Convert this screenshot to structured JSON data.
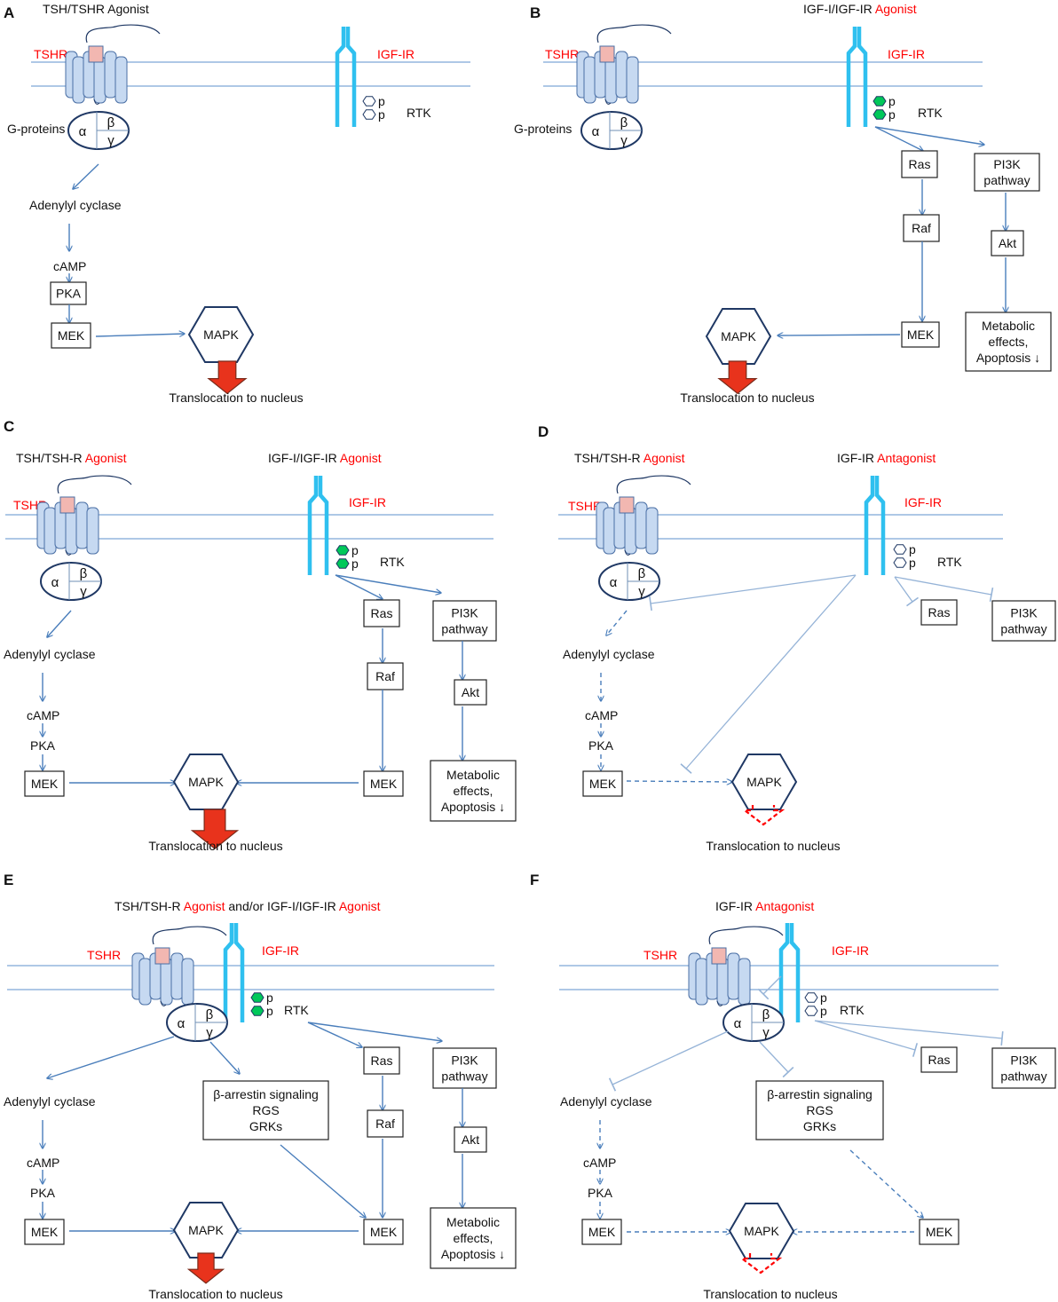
{
  "colors": {
    "membrane": "#7ea6d6",
    "arrow": "#4a7ebb",
    "inhibit": "#95b3d7",
    "igf": "#2fc0ef",
    "red": "#ff0000",
    "redArrow": "#e8331c",
    "phosGreen": "#00c85a",
    "node": "#1f3864",
    "tshrBlue": "#c6d9f1",
    "tshrPink": "#f2b7b1"
  },
  "panels": [
    {
      "letter": "A",
      "title": [
        {
          "t": "TSH/TSHR Agonist",
          "red": false
        }
      ],
      "tshr": "TSHR",
      "igf": "IGF-IR",
      "gproteins": "G-proteins",
      "alpha": "α",
      "beta": "β",
      "gamma": "γ",
      "p": "p",
      "rtk": "RTK",
      "adenylyl": "Adenylyl cyclase",
      "camp": "cAMP",
      "pka": "PKA",
      "mek": "MEK",
      "mapk": "MAPK",
      "translocation": "Translocation to nucleus"
    },
    {
      "letter": "B",
      "title": [
        {
          "t": "IGF-I/IGF-IR ",
          "red": false
        },
        {
          "t": "Agonist",
          "red": true
        }
      ],
      "tshr": "TSHR",
      "igf": "IGF-IR",
      "gproteins": "G-proteins",
      "alpha": "α",
      "beta": "β",
      "gamma": "γ",
      "p": "p",
      "rtk": "RTK",
      "ras": "Ras",
      "raf": "Raf",
      "pi3k": [
        "PI3K",
        "pathway"
      ],
      "akt": "Akt",
      "metabolic": [
        "Metabolic",
        "effects,",
        "Apoptosis ↓"
      ],
      "mek": "MEK",
      "mapk": "MAPK",
      "translocation": "Translocation to nucleus"
    },
    {
      "letter": "C",
      "title": [
        {
          "t": "TSH/TSH-R ",
          "red": false
        },
        {
          "t": "Agonist",
          "red": true
        }
      ],
      "title2": [
        {
          "t": "IGF-I/IGF-IR ",
          "red": false
        },
        {
          "t": "Agonist",
          "red": true
        }
      ],
      "tshr": "TSHR",
      "igf": "IGF-IR",
      "alpha": "α",
      "beta": "β",
      "gamma": "γ",
      "p": "p",
      "rtk": "RTK",
      "ras": "Ras",
      "raf": "Raf",
      "pi3k": [
        "PI3K",
        "pathway"
      ],
      "akt": "Akt",
      "metabolic": [
        "Metabolic",
        "effects,",
        "Apoptosis ↓"
      ],
      "adenylyl": "Adenylyl cyclase",
      "camp": "cAMP",
      "pka": "PKA",
      "mek": "MEK",
      "mapk": "MAPK",
      "translocation": "Translocation to nucleus"
    },
    {
      "letter": "D",
      "title": [
        {
          "t": "TSH/TSH-R ",
          "red": false
        },
        {
          "t": "Agonist",
          "red": true
        }
      ],
      "title2": [
        {
          "t": "IGF-IR ",
          "red": false
        },
        {
          "t": "Antagonist",
          "red": true
        }
      ],
      "tshr": "TSHR",
      "igf": "IGF-IR",
      "alpha": "α",
      "beta": "β",
      "gamma": "γ",
      "p": "p",
      "rtk": "RTK",
      "ras": "Ras",
      "pi3k": [
        "PI3K",
        "pathway"
      ],
      "adenylyl": "Adenylyl cyclase",
      "camp": "cAMP",
      "pka": "PKA",
      "mek": "MEK",
      "mapk": "MAPK",
      "translocation": "Translocation to nucleus"
    },
    {
      "letter": "E",
      "title": [
        {
          "t": "TSH/TSH-R ",
          "red": false
        },
        {
          "t": "Agonist",
          "red": true
        },
        {
          "t": "  and/or IGF-I/IGF-IR ",
          "red": false
        },
        {
          "t": "Agonist",
          "red": true
        }
      ],
      "tshr": "TSHR",
      "igf": "IGF-IR",
      "alpha": "α",
      "beta": "β",
      "gamma": "γ",
      "p": "p",
      "rtk": "RTK",
      "ras": "Ras",
      "raf": "Raf",
      "pi3k": [
        "PI3K",
        "pathway"
      ],
      "akt": "Akt",
      "metabolic": [
        "Metabolic",
        "effects,",
        "Apoptosis ↓"
      ],
      "arrestin": [
        "β-arrestin  signaling",
        "RGS",
        "GRKs"
      ],
      "adenylyl": "Adenylyl cyclase",
      "camp": "cAMP",
      "pka": "PKA",
      "mek": "MEK",
      "mapk": "MAPK",
      "translocation": "Translocation to nucleus"
    },
    {
      "letter": "F",
      "title": [
        {
          "t": "IGF-IR ",
          "red": false
        },
        {
          "t": "Antagonist",
          "red": true
        }
      ],
      "tshr": "TSHR",
      "igf": "IGF-IR",
      "alpha": "α",
      "beta": "β",
      "gamma": "γ",
      "p": "p",
      "rtk": "RTK",
      "ras": "Ras",
      "pi3k": [
        "PI3K",
        "pathway"
      ],
      "arrestin": [
        "β-arrestin  signaling",
        "RGS",
        "GRKs"
      ],
      "adenylyl": "Adenylyl cyclase",
      "camp": "cAMP",
      "pka": "PKA",
      "mek": "MEK",
      "mapk": "MAPK",
      "translocation": "Translocation to nucleus"
    }
  ]
}
